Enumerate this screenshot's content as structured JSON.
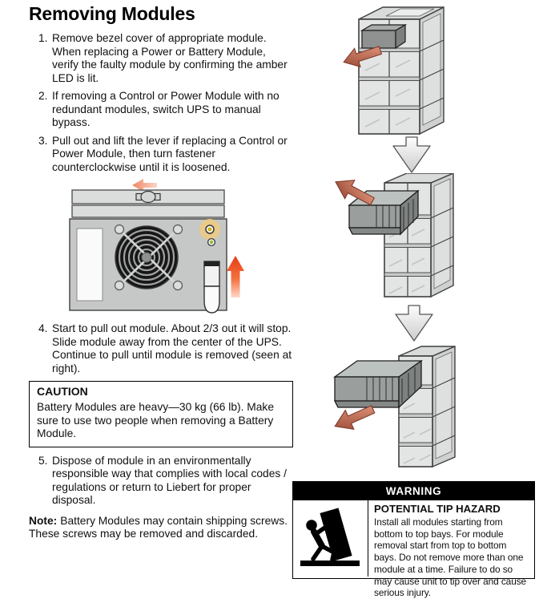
{
  "title": "Removing Modules",
  "steps": [
    {
      "num": "1.",
      "text": "Remove bezel cover of appropriate module. When replacing a Power or Battery Module, verify the faulty module by confirming the amber LED is lit."
    },
    {
      "num": "2.",
      "text": "If removing a Control or Power Module with no redundant modules, switch UPS to manual bypass."
    },
    {
      "num": "3.",
      "text": "Pull out and lift the lever if replacing a Control or Power Module, then turn fastener counterclockwise until it is loosened."
    },
    {
      "num": "4.",
      "text": "Start to pull out module. About 2/3 out it will stop. Slide module away from the center of the UPS. Continue to pull until module is removed (seen at right)."
    },
    {
      "num": "5.",
      "text": "Dispose of module in an environmentally responsible way that complies with local codes / regulations or return to Liebert for proper disposal."
    }
  ],
  "caution": {
    "title": "CAUTION",
    "text": "Battery Modules are heavy—30 kg (66 lb). Make sure to use two people when removing a Battery Module."
  },
  "note": {
    "label": "Note:",
    "text": "Battery Modules may contain shipping screws. These screws may be removed and discarded."
  },
  "warning": {
    "header": "WARNING",
    "title": "POTENTIAL TIP HAZARD",
    "text": "Install all modules starting from bottom to top bays. For module removal start from top to bottom bays. Do not remove more than one module at a time. Failure to do so may cause unit to tip over and cause serious injury."
  },
  "figures": {
    "module_front": "power-module-front-with-fan-amber-led-and-release-lever",
    "sequence": [
      "module-unlatched-in-top-bay",
      "module-pulled-two-thirds-out",
      "module-fully-removed"
    ]
  },
  "colors": {
    "amber_led_highlight": "#e9ca8a",
    "amber_led": "#c9b300",
    "green_led": "#8fba30",
    "red_arrow": "#e8481f",
    "salmon_arrow": "#ef8663",
    "removal_arrow_dark": "#96432f",
    "removal_arrow_light": "#e59d82",
    "warning_header_bg": "#000000",
    "warning_header_text": "#ffffff"
  }
}
